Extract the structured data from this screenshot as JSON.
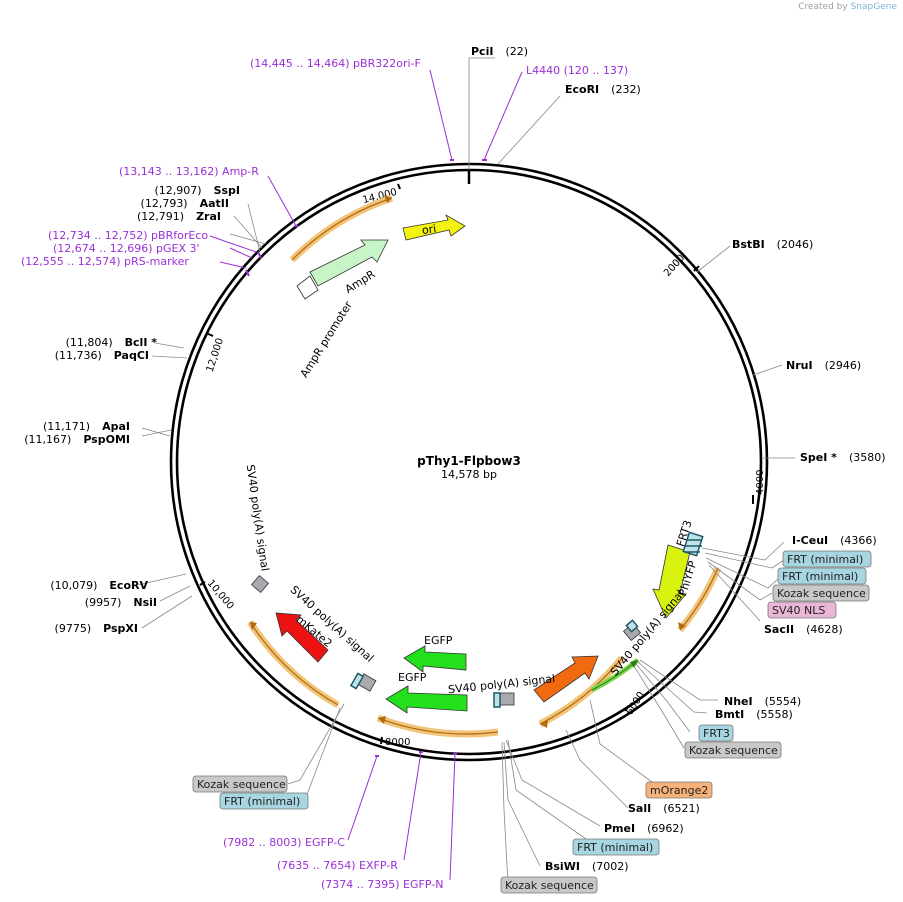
{
  "credit": {
    "created_by": "Created by",
    "app": "SnapGene"
  },
  "plasmid": {
    "name": "pThy1-Flpbow3",
    "length_label": "14,578 bp"
  },
  "ticks": [
    "2000",
    "4000",
    "6000",
    "8000",
    "10,000",
    "12,000",
    "14,000"
  ],
  "sites": [
    {
      "name": "PciI",
      "pos": "(22)"
    },
    {
      "name": "EcoRI",
      "pos": "(232)"
    },
    {
      "name": "BstBI",
      "pos": "(2046)"
    },
    {
      "name": "NruI",
      "pos": "(2946)"
    },
    {
      "name": "SpeI *",
      "pos": "(3580)"
    },
    {
      "name": "I-CeuI",
      "pos": "(4366)"
    },
    {
      "name": "SacII",
      "pos": "(4628)"
    },
    {
      "name": "NheI",
      "pos": "(5554)"
    },
    {
      "name": "BmtI",
      "pos": "(5558)"
    },
    {
      "name": "SalI",
      "pos": "(6521)"
    },
    {
      "name": "PmeI",
      "pos": "(6962)"
    },
    {
      "name": "BsiWI",
      "pos": "(7002)"
    },
    {
      "name": "PspXI",
      "pos": "(9775)"
    },
    {
      "name": "NsiI",
      "pos": "(9957)"
    },
    {
      "name": "EcoRV",
      "pos": "(10,079)"
    },
    {
      "name": "PspOMI",
      "pos": "(11,167)"
    },
    {
      "name": "ApaI",
      "pos": "(11,171)"
    },
    {
      "name": "PaqCI",
      "pos": "(11,736)"
    },
    {
      "name": "BclI *",
      "pos": "(11,804)"
    },
    {
      "name": "ZraI",
      "pos": "(12,791)"
    },
    {
      "name": "AatII",
      "pos": "(12,793)"
    },
    {
      "name": "SspI",
      "pos": "(12,907)"
    }
  ],
  "primers": [
    {
      "label": "(14,445 .. 14,464)  pBR322ori-F"
    },
    {
      "label": "L4440     (120 .. 137)"
    },
    {
      "label": "(13,143 .. 13,162)  Amp-R"
    },
    {
      "label": "(12,734 .. 12,752)  pBRforEco"
    },
    {
      "label": "(12,674 .. 12,696)  pGEX 3'"
    },
    {
      "label": "(12,555 .. 12,574)  pRS-marker"
    },
    {
      "label": "(7982 .. 8003)  EGFP-C"
    },
    {
      "label": "(7635 .. 7654)  EXFP-R"
    },
    {
      "label": "(7374 .. 7395)  EGFP-N"
    }
  ],
  "boxes": [
    {
      "label": "FRT (minimal)",
      "color": "#a7d5e0"
    },
    {
      "label": "FRT (minimal)",
      "color": "#a7d5e0"
    },
    {
      "label": "Kozak sequence",
      "color": "#c8c8c8"
    },
    {
      "label": "SV40 NLS",
      "color": "#e9b6d6"
    },
    {
      "label": "FRT3",
      "color": "#a7d5e0"
    },
    {
      "label": "Kozak sequence",
      "color": "#c8c8c8"
    },
    {
      "label": "mOrange2",
      "color": "#f7b27a"
    },
    {
      "label": "FRT (minimal)",
      "color": "#a7d5e0"
    },
    {
      "label": "Kozak sequence",
      "color": "#c8c8c8"
    },
    {
      "label": "Kozak sequence",
      "color": "#c8c8c8"
    },
    {
      "label": "FRT (minimal)",
      "color": "#a7d5e0"
    }
  ],
  "features": {
    "ori": {
      "label": "ori",
      "color": "#f3f30f"
    },
    "ampr": {
      "label": "AmpR",
      "color": "#c8f5c8"
    },
    "ampr_promoter": {
      "label": "AmpR promoter"
    },
    "phiyfp": {
      "label": "PhiYFP",
      "color": "#d8f30f"
    },
    "frt3": {
      "label": "FRT3"
    },
    "sv40_1": {
      "label": "SV40 poly(A) signal"
    },
    "sv40_2": {
      "label": "SV40 poly(A) signal"
    },
    "sv40_3": {
      "label": "SV40 poly(A) signal"
    },
    "sv40_4": {
      "label": "SV40 poly(A) signal"
    },
    "egfp_1": {
      "label": "EGFP",
      "color": "#22e01c"
    },
    "egfp_2": {
      "label": "EGFP",
      "color": "#22e01c"
    },
    "mkate2": {
      "label": "mKate2",
      "color": "#ee1111"
    },
    "morange_arrow": {
      "color": "#f26a0f"
    }
  },
  "colors": {
    "backbone": "#000000",
    "primer": "#9a2fd6",
    "orf_arc": "#f2c47a",
    "orf_arrow": "#b06a10"
  }
}
